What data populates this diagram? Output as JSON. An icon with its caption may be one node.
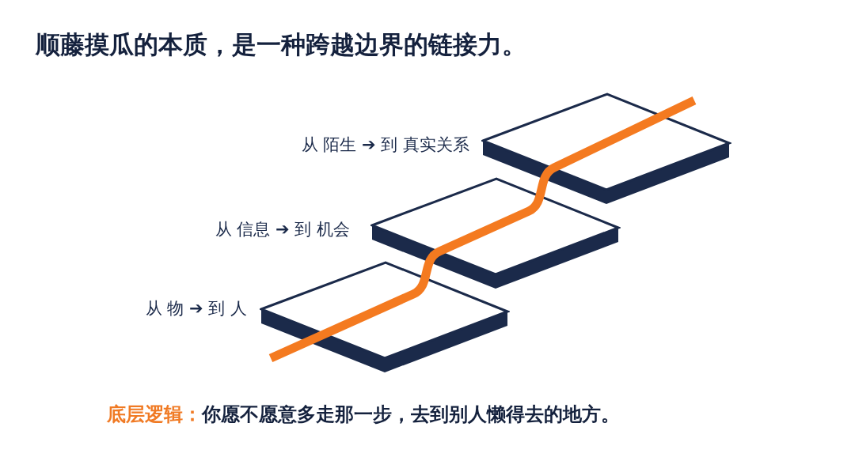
{
  "diagram": {
    "title": "顺藤摸瓜的本质，是一种跨越边界的链接力。",
    "nodes": [
      {
        "text": [],
        "shape": "box",
        "beside": [
          "从 物 ➔ 到 人"
        ]
      },
      {
        "text": [],
        "shape": "box",
        "beside": [
          "从 信息 ➔ 到 机会"
        ]
      },
      {
        "text": [],
        "shape": "box",
        "beside": [
          "从 陌生 ➔ 到 真实关系"
        ]
      }
    ],
    "labels": [
      "底层逻辑：",
      "你愿不愿意多走那一步，去到别人懒得去的地方。"
    ]
  }
}
